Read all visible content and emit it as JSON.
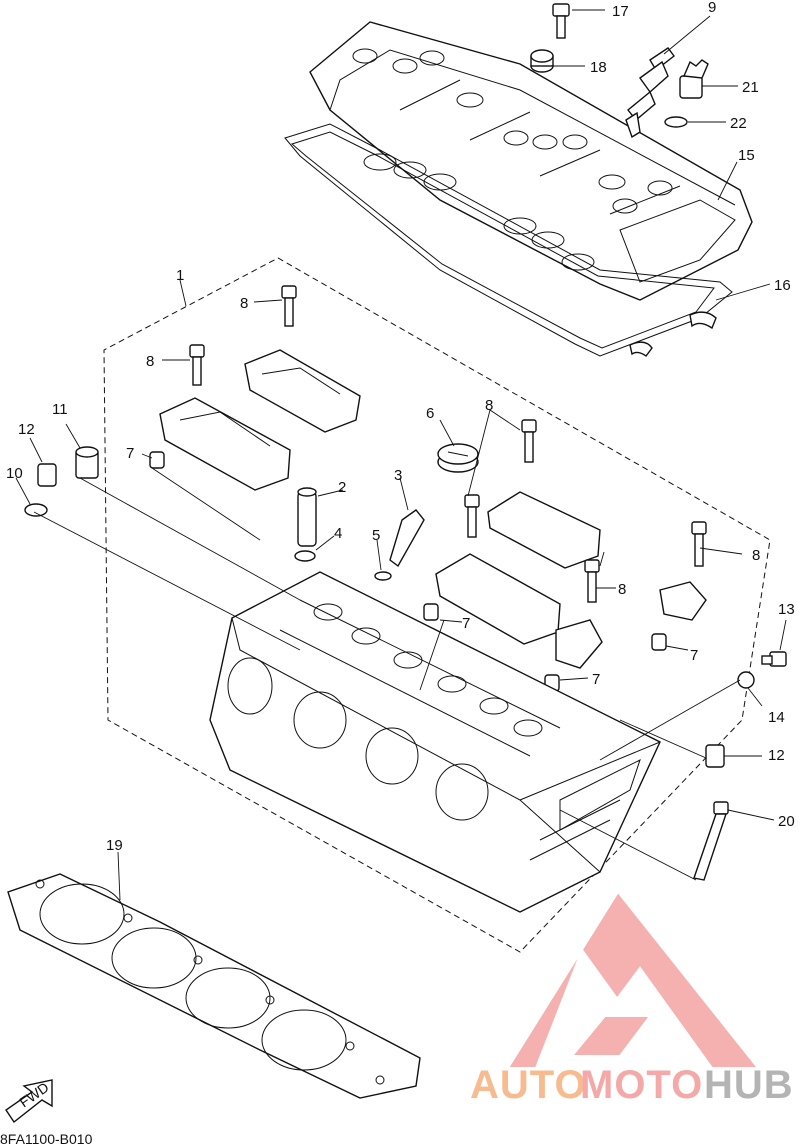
{
  "diagram": {
    "drawing_code": "8FA1100-B010",
    "fwd_label": "FWD",
    "callouts": [
      "1",
      "2",
      "3",
      "4",
      "5",
      "6",
      "7",
      "8",
      "9",
      "10",
      "11",
      "12",
      "13",
      "14",
      "15",
      "16",
      "17",
      "18",
      "19",
      "20",
      "21",
      "22"
    ]
  },
  "watermark": {
    "part1": "AUTO",
    "part2": "MOTO",
    "part3": "HUB",
    "color_part1": "#f7b07c",
    "color_part2": "#f39a9a",
    "color_part3": "#a8a8a8",
    "logo_color": "#f4a3a3"
  }
}
